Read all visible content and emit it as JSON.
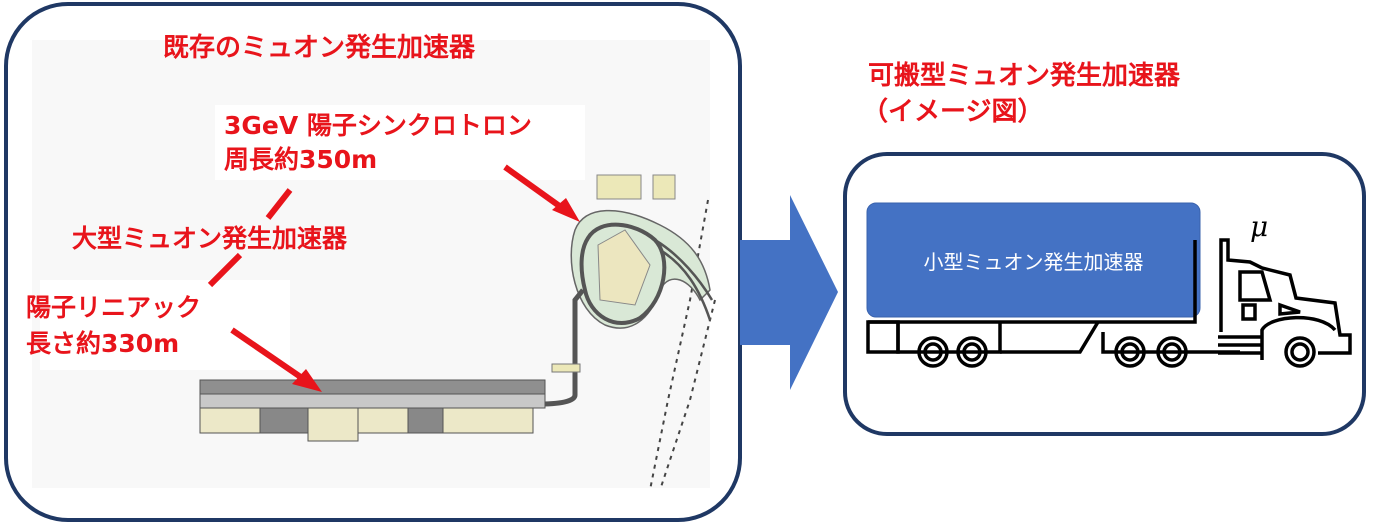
{
  "left_panel": {
    "title": "既存のミュオン発生加速器",
    "synchrotron_label_line1": "3GeV 陽子シンクロトロン",
    "synchrotron_label_line2": "周長約350m",
    "large_accelerator_label": "大型ミュオン発生加速器",
    "linac_label_line1": "陽子リニアック",
    "linac_label_line2": "長さ約330m"
  },
  "right_panel": {
    "title_line1": "可搬型ミュオン発生加速器",
    "title_line2": "（イメージ図）",
    "container_label": "小型ミュオン発生加速器",
    "muon_symbol": "μ"
  },
  "colors": {
    "frame": "#1f3864",
    "label_red": "#e8141b",
    "accent_blue": "#4472c4"
  }
}
